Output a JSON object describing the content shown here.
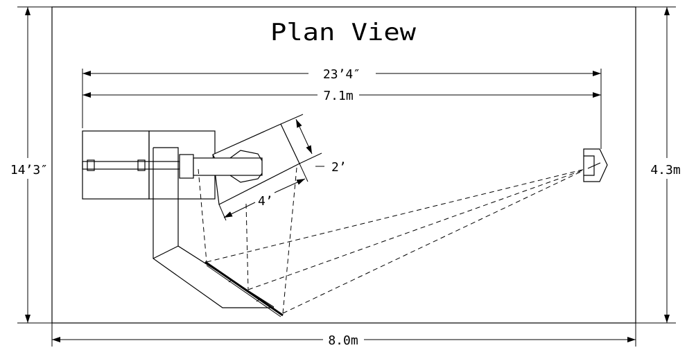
{
  "title": "Plan View",
  "dimensions": {
    "top_imperial": "23’4″",
    "top_metric": "7.1m",
    "left_height": "14’3″",
    "right_height": "4.3m",
    "bottom_width": "8.0m",
    "screen_depth": "2’",
    "screen_offset": "4’"
  },
  "colors": {
    "line": "#000000",
    "background": "#ffffff"
  }
}
